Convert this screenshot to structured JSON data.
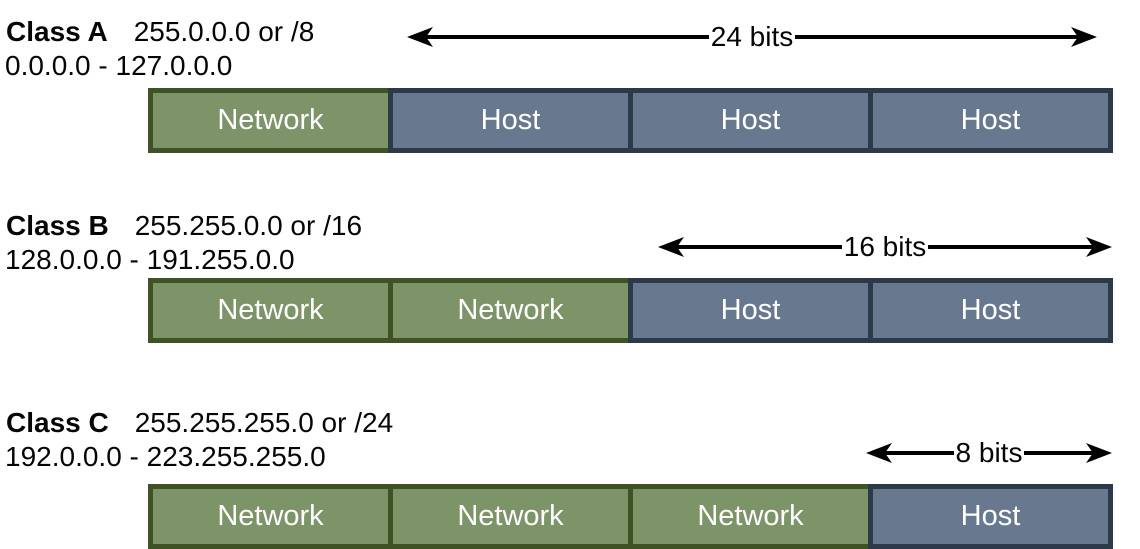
{
  "colors": {
    "network_fill": "#7d9368",
    "network_border": "#3e5226",
    "host_fill": "#68798f",
    "host_border": "#2c3949",
    "arrow": "#000000",
    "cell_text": "#ffffff",
    "heading_text": "#050505"
  },
  "sections": [
    {
      "class_label": "Class A",
      "mask": "255.0.0.0 or /8",
      "range": "0.0.0.0 - 127.0.0.0",
      "bits_label": "24 bits",
      "cells": [
        {
          "label": "Network",
          "type": "network"
        },
        {
          "label": "Host",
          "type": "host"
        },
        {
          "label": "Host",
          "type": "host"
        },
        {
          "label": "Host",
          "type": "host"
        }
      ]
    },
    {
      "class_label": "Class B",
      "mask": "255.255.0.0 or /16",
      "range": "128.0.0.0 - 191.255.0.0",
      "bits_label": "16 bits",
      "cells": [
        {
          "label": "Network",
          "type": "network"
        },
        {
          "label": "Network",
          "type": "network"
        },
        {
          "label": "Host",
          "type": "host"
        },
        {
          "label": "Host",
          "type": "host"
        }
      ]
    },
    {
      "class_label": "Class C",
      "mask": "255.255.255.0 or /24",
      "range": "192.0.0.0 - 223.255.255.0",
      "bits_label": "8 bits",
      "cells": [
        {
          "label": "Network",
          "type": "network"
        },
        {
          "label": "Network",
          "type": "network"
        },
        {
          "label": "Network",
          "type": "network"
        },
        {
          "label": "Host",
          "type": "host"
        }
      ]
    }
  ]
}
